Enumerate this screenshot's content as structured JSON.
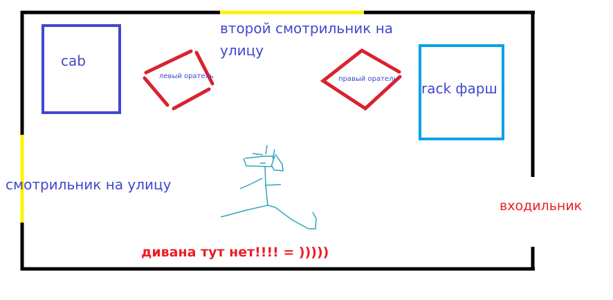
{
  "labels": {
    "cab": "cab",
    "rack": "rack фарш",
    "left_speaker": "левый оратель",
    "right_speaker": "правый оратель",
    "window_top_line1": "второй смотрильник на",
    "window_top_line2": "улицу",
    "window_left": "смотрильник на улицу",
    "entrance": "входильник",
    "no_sofa": "дивана тут нет!!!! = )))))"
  },
  "colors": {
    "wall": "#000000",
    "window": "#fff200",
    "blue": "#3f48cc",
    "cyan": "#00a2e8",
    "red": "#ed1c24",
    "figure": "#2aa6c0"
  }
}
